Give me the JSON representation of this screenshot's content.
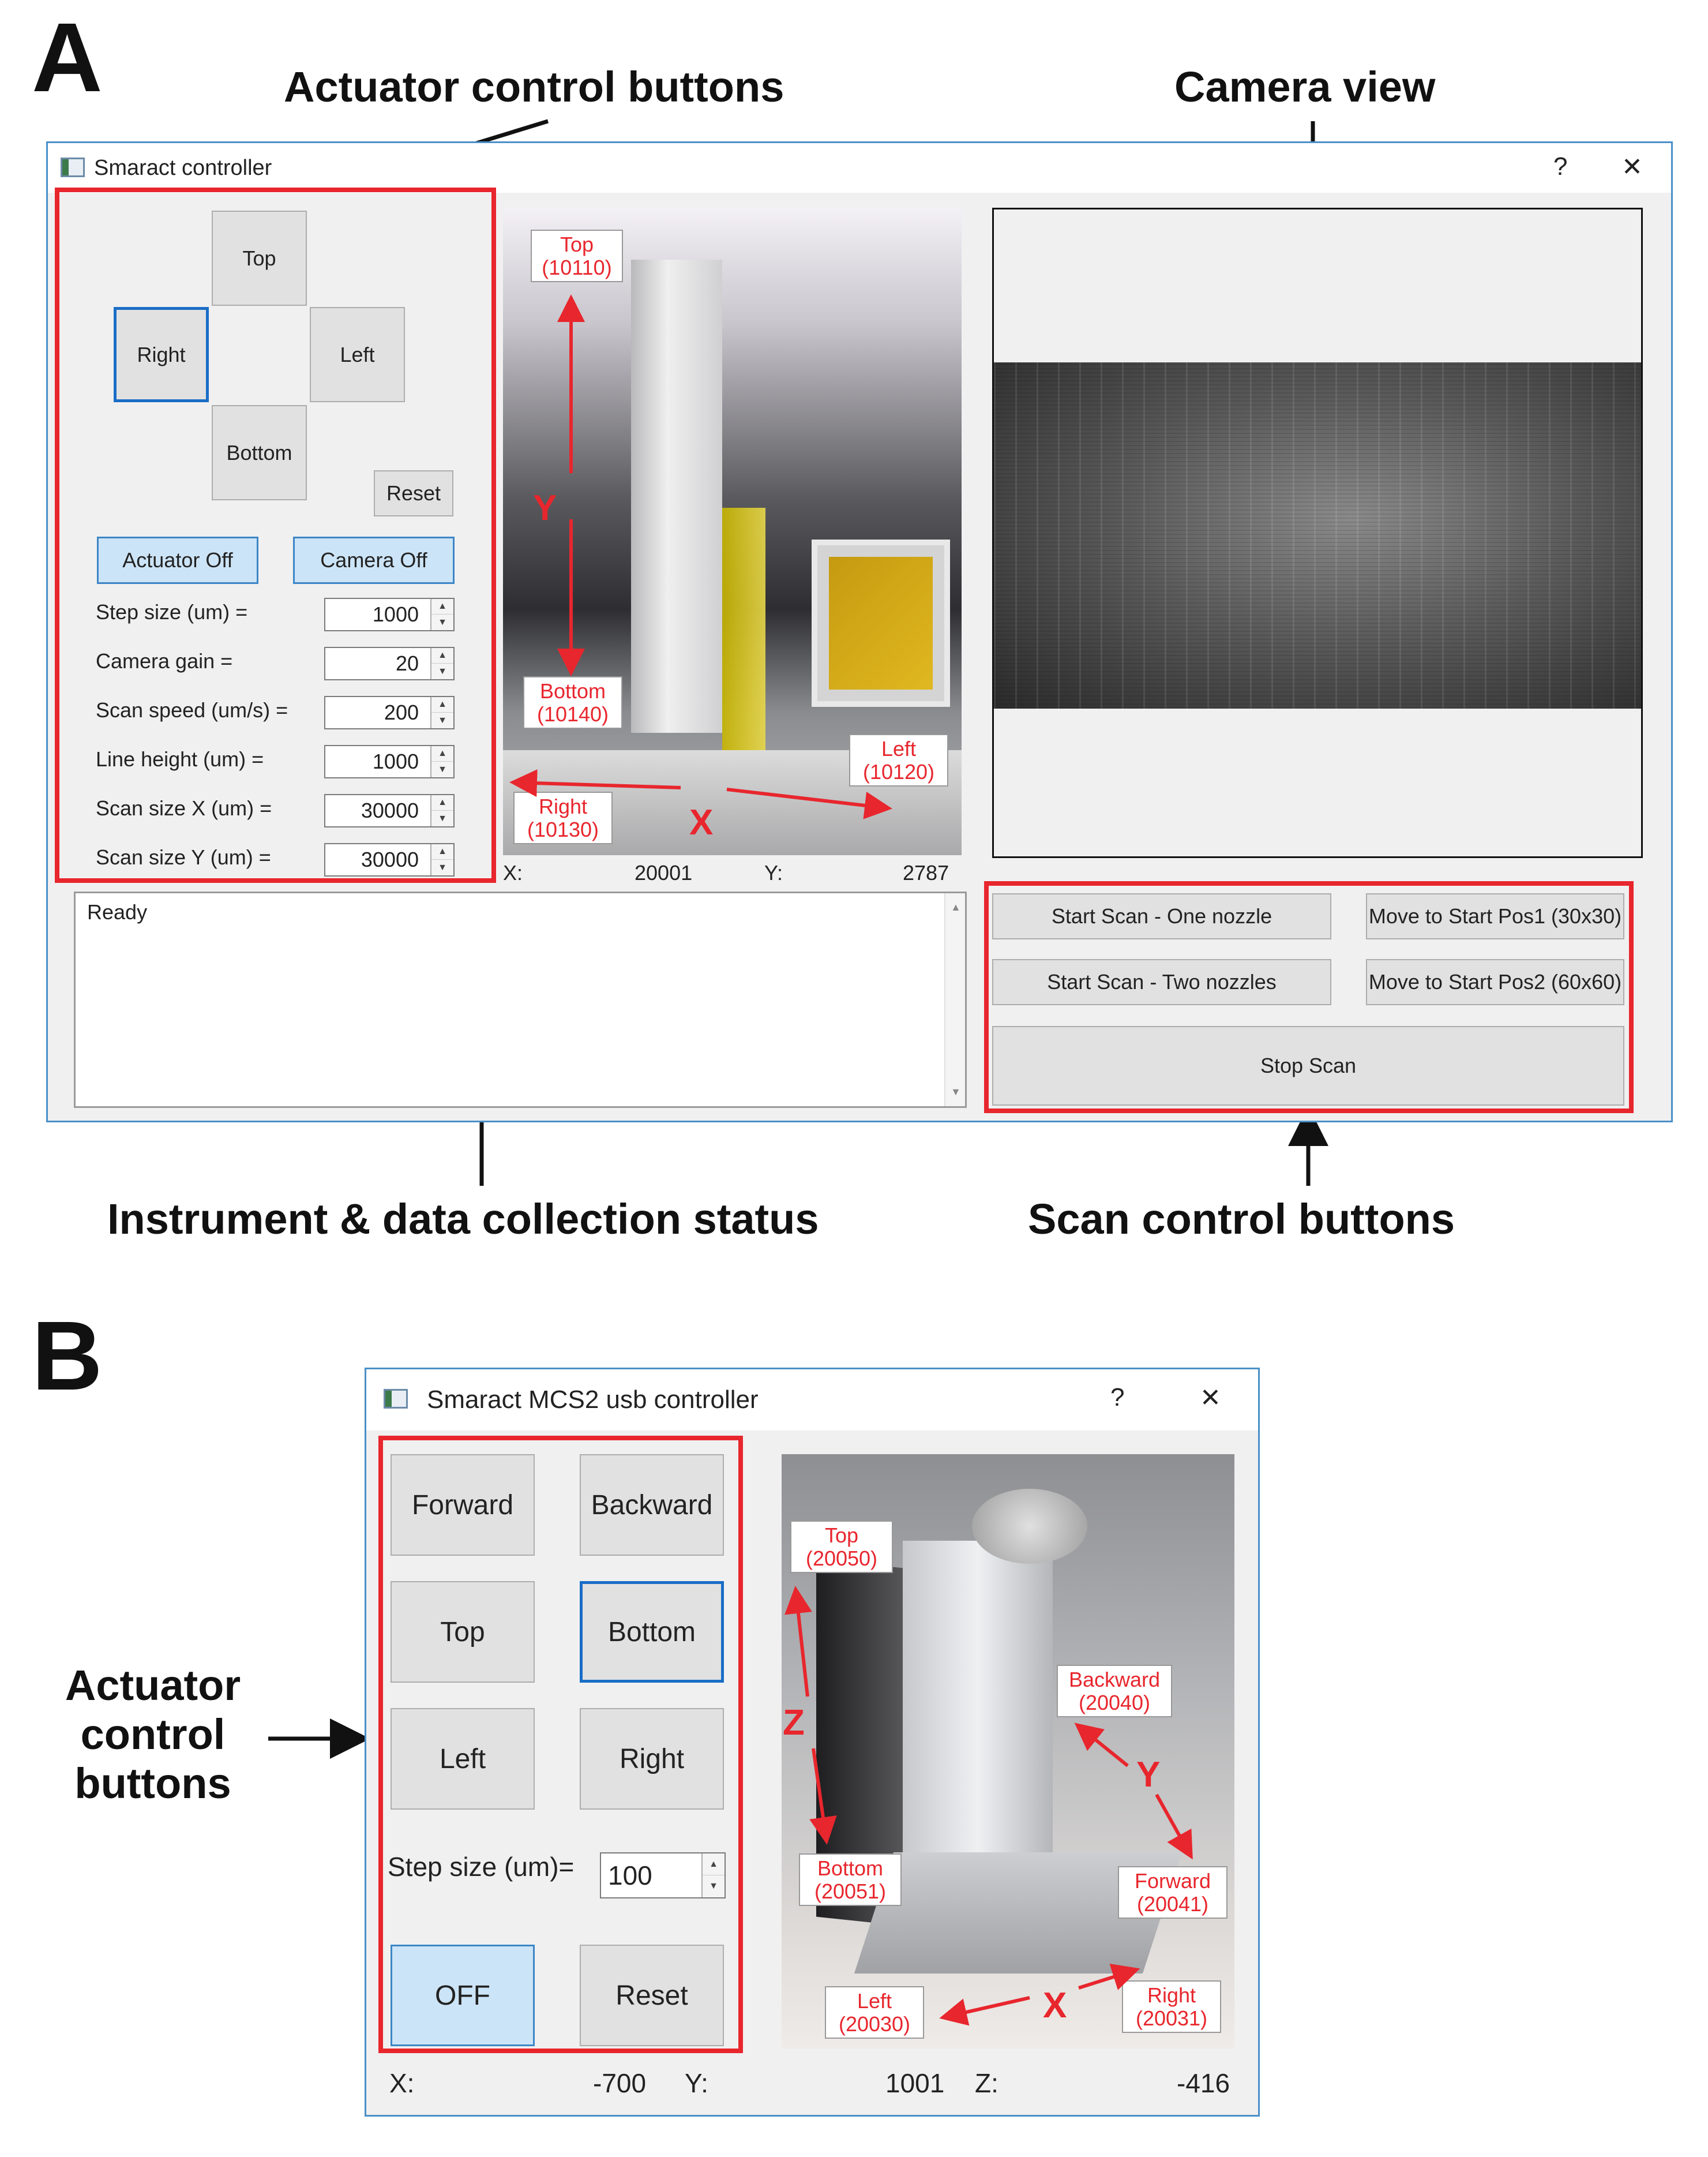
{
  "figure": {
    "panel_a_letter": "A",
    "panel_b_letter": "B",
    "callouts": {
      "actuator_buttons_a": "Actuator control buttons",
      "camera_view": "Camera view",
      "status": "Instrument & data collection status",
      "scan_buttons": "Scan control buttons",
      "actuator_b_line1": "Actuator",
      "actuator_b_line2": "control",
      "actuator_b_line3": "buttons"
    }
  },
  "window_a": {
    "title": "Smaract controller",
    "help_glyph": "?",
    "close_glyph": "✕",
    "direction_buttons": {
      "top": "Top",
      "right": "Right",
      "left": "Left",
      "bottom": "Bottom",
      "reset": "Reset"
    },
    "actuator_off": "Actuator Off",
    "camera_off": "Camera Off",
    "fields": [
      {
        "label": "Step size (um) =",
        "value": "1000"
      },
      {
        "label": "Camera gain =",
        "value": "20"
      },
      {
        "label": "Scan speed (um/s) =",
        "value": "200"
      },
      {
        "label": "Line height (um) =",
        "value": "1000"
      },
      {
        "label": "Scan size X (um) =",
        "value": "30000"
      },
      {
        "label": "Scan size Y (um) =",
        "value": "30000"
      }
    ],
    "photo_labels": {
      "top": "Top\n(10110)",
      "bottom": "Bottom\n(10140)",
      "left": "Left\n(10120)",
      "right": "Right\n(10130)",
      "axis_y": "Y",
      "axis_x": "X"
    },
    "coords": {
      "x_label": "X:",
      "x_value": "20001",
      "y_label": "Y:",
      "y_value": "2787"
    },
    "status_text": "Ready",
    "scan_buttons": {
      "start_one": "Start Scan - One nozzle",
      "start_two": "Start Scan - Two nozzles",
      "move_pos1": "Move to Start Pos1 (30x30)",
      "move_pos2": "Move to Start Pos2 (60x60)",
      "stop": "Stop Scan"
    }
  },
  "window_b": {
    "title": "Smaract MCS2 usb controller",
    "help_glyph": "?",
    "close_glyph": "✕",
    "buttons": {
      "forward": "Forward",
      "backward": "Backward",
      "top": "Top",
      "bottom": "Bottom",
      "left": "Left",
      "right": "Right",
      "off": "OFF",
      "reset": "Reset"
    },
    "step_label": "Step size (um)=",
    "step_value": "100",
    "photo_labels": {
      "top": "Top\n(20050)",
      "bottom": "Bottom\n(20051)",
      "backward": "Backward\n(20040)",
      "forward": "Forward\n(20041)",
      "left": "Left\n(20030)",
      "right": "Right\n(20031)",
      "axis_z": "Z",
      "axis_y": "Y",
      "axis_x": "X"
    },
    "coords": {
      "x_label": "X:",
      "x_value": "-700",
      "y_label": "Y:",
      "y_value": "1001",
      "z_label": "Z:",
      "z_value": "-416"
    }
  },
  "colors": {
    "accent": "#e8262d",
    "window_border": "#4a90c8",
    "focus": "#1a6dc6"
  }
}
